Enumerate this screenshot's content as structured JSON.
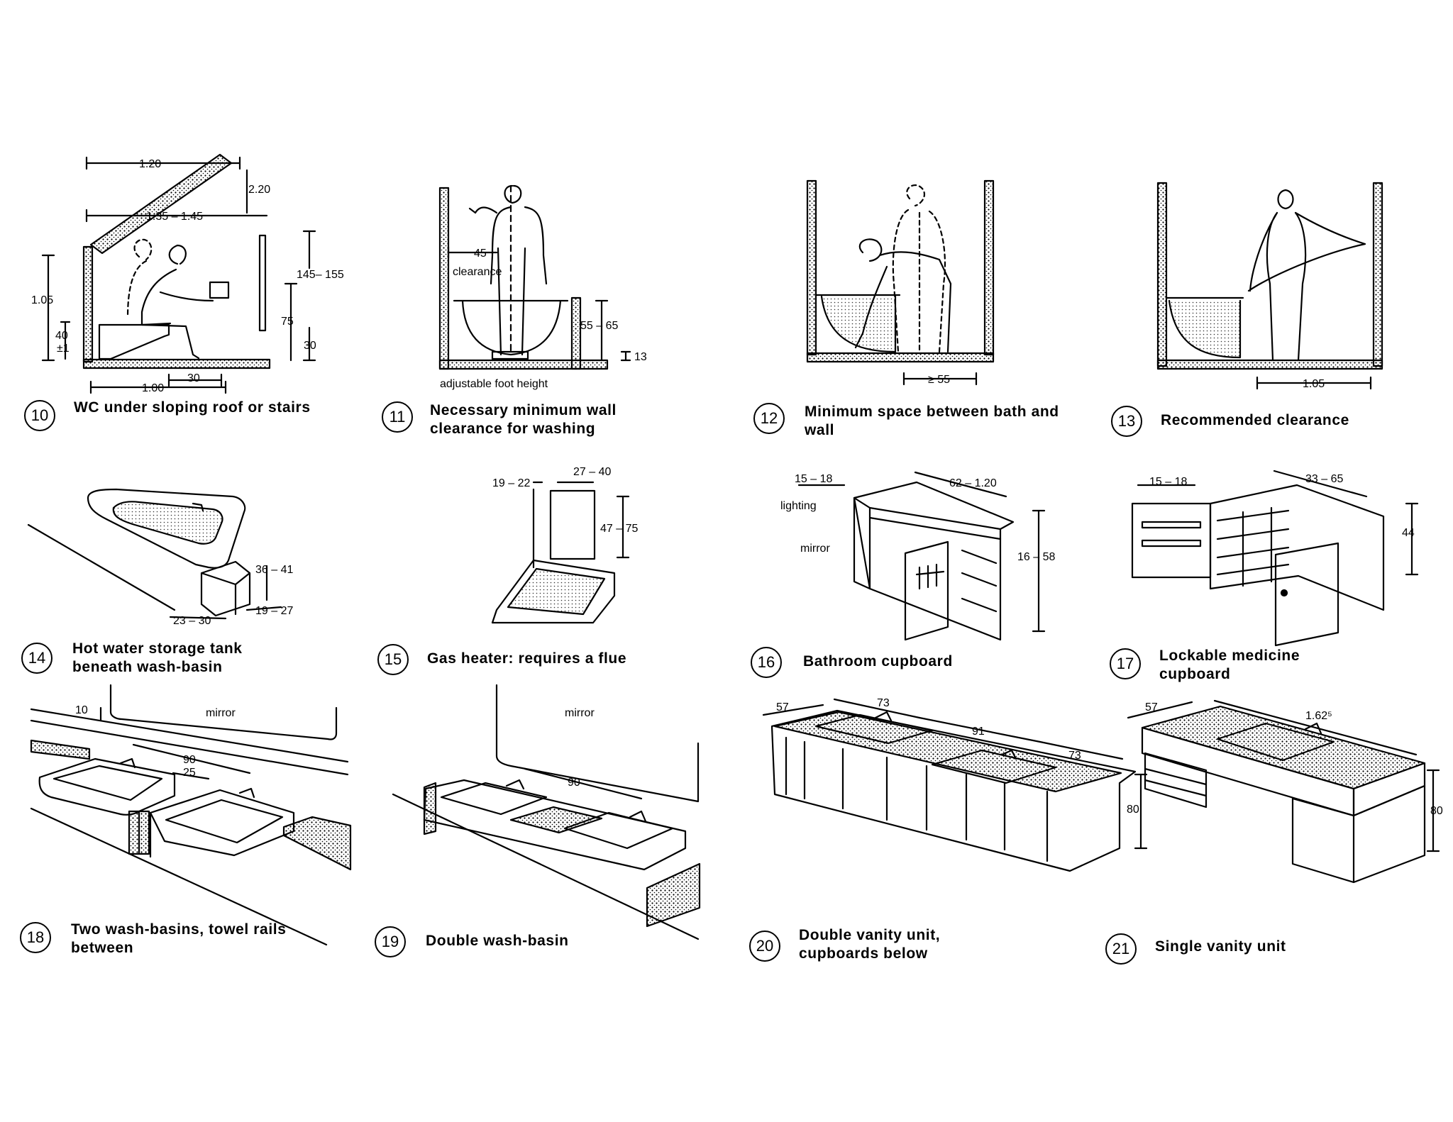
{
  "panels": [
    {
      "number": "10",
      "caption": "WC under sloping roof or stairs",
      "labels": {
        "width_top": "1.20",
        "height_total": "2.20",
        "width_mid": "1.35 – 1.45",
        "height_left": "1.05",
        "seat_h": "40",
        "seat_tol": "±1",
        "hand_h": "145– 155",
        "rail_h": "75",
        "floor_h": "30",
        "depth_bottom": "1.00",
        "seat_depth": "30"
      }
    },
    {
      "number": "11",
      "caption": "Necessary minimum wall clearance for washing",
      "labels": {
        "clearance_val": "45",
        "clearance_word": "clearance",
        "basin_h": "55 – 65",
        "foot_h": "13",
        "foot_note": "adjustable foot height"
      }
    },
    {
      "number": "12",
      "caption": "Minimum space between bath and wall",
      "labels": {
        "min_space": "≥ 55"
      }
    },
    {
      "number": "13",
      "caption": "Recommended clearance",
      "labels": {
        "clearance": "1.05"
      }
    },
    {
      "number": "14",
      "caption": "Hot water storage tank beneath wash-basin",
      "labels": {
        "tank_h": "36 – 41",
        "tank_w": "23 – 30",
        "tank_d": "19 – 27"
      }
    },
    {
      "number": "15",
      "caption": "Gas heater: requires a flue",
      "labels": {
        "offset": "19 – 22",
        "heater_w": "27 – 40",
        "heater_h": "47 – 75"
      }
    },
    {
      "number": "16",
      "caption": "Bathroom cupboard",
      "labels": {
        "depth": "15 – 18",
        "width": "62 – 1.20",
        "lighting": "lighting",
        "mirror": "mirror",
        "height": "16 – 58"
      }
    },
    {
      "number": "17",
      "caption": "Lockable medicine cupboard",
      "labels": {
        "depth": "15 – 18",
        "width": "33 – 65",
        "height": "44"
      }
    },
    {
      "number": "18",
      "caption": "Two wash-basins, towel rails between",
      "labels": {
        "gap": "10",
        "mirror": "mirror",
        "span": "90",
        "rail": "25"
      }
    },
    {
      "number": "19",
      "caption": "Double wash-basin",
      "labels": {
        "mirror": "mirror",
        "span": "90"
      }
    },
    {
      "number": "20",
      "caption": "Double vanity unit, cupboards below",
      "labels": {
        "depth": "57",
        "w1": "73",
        "w2": "91",
        "w3": "73",
        "height": "80"
      }
    },
    {
      "number": "21",
      "caption": "Single vanity unit",
      "labels": {
        "depth": "57",
        "width": "1.62⁵",
        "height": "80"
      }
    }
  ]
}
